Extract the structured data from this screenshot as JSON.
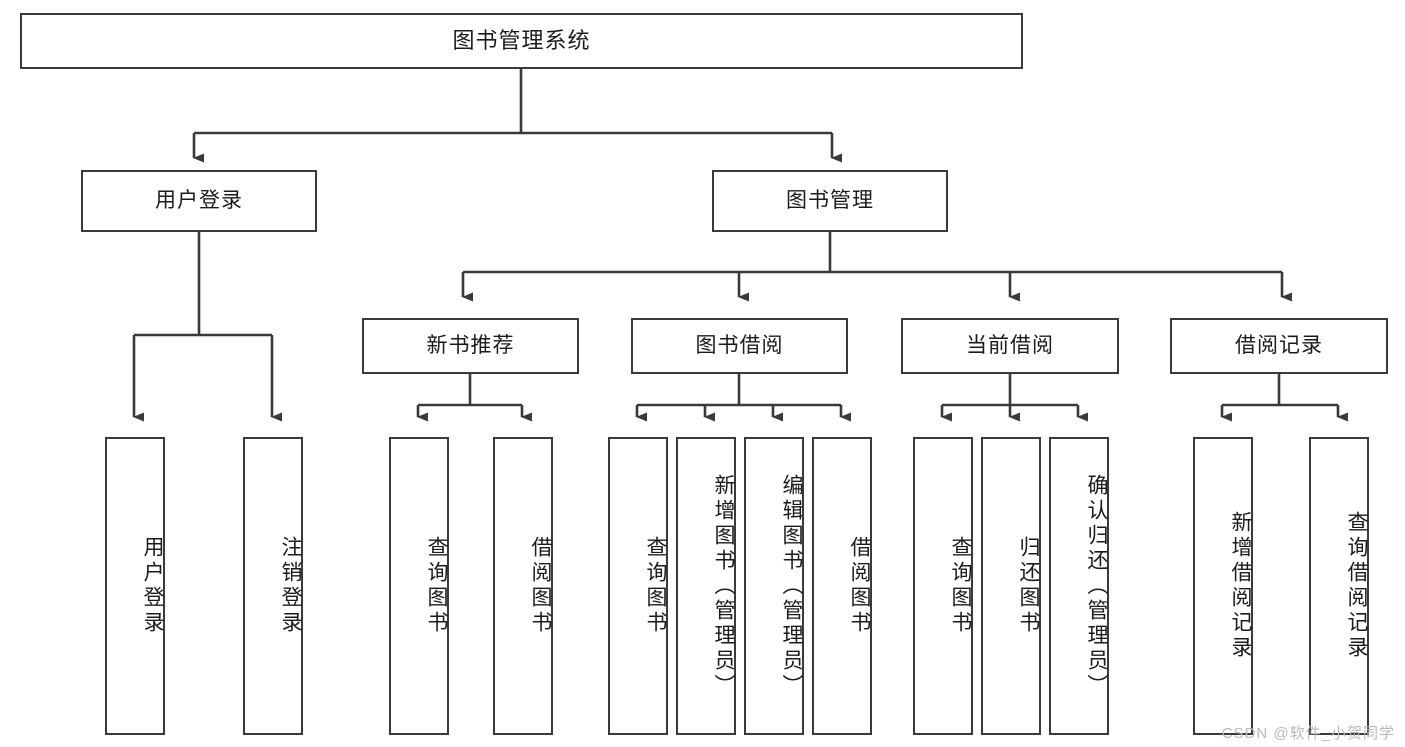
{
  "diagram": {
    "title": "图书管理系统",
    "type": "tree",
    "stroke_color": "#3a3a3a",
    "text_color": "#1b1b1b",
    "background": "#ffffff"
  },
  "nodes": {
    "root": {
      "label": "图书管理系统"
    },
    "level2": [
      {
        "label": "用户登录"
      },
      {
        "label": "图书管理"
      }
    ],
    "level3": [
      {
        "label": "新书推荐"
      },
      {
        "label": "图书借阅"
      },
      {
        "label": "当前借阅"
      },
      {
        "label": "借阅记录"
      }
    ],
    "leaves": {
      "user_login": [
        {
          "label": "用户登录"
        },
        {
          "label": "注销登录"
        }
      ],
      "new_book": [
        {
          "label": "查询图书"
        },
        {
          "label": "借阅图书"
        }
      ],
      "book_borrow": [
        {
          "label": "查询图书"
        },
        {
          "label": "新增图书（管理员）"
        },
        {
          "label": "编辑图书（管理员）"
        },
        {
          "label": "借阅图书"
        }
      ],
      "current_borrow": [
        {
          "label": "查询图书"
        },
        {
          "label": "归还图书"
        },
        {
          "label": "确认归还（管理员）"
        }
      ],
      "borrow_record": [
        {
          "label": "新增借阅记录"
        },
        {
          "label": "查询借阅记录"
        }
      ]
    }
  },
  "watermark": {
    "text": "CSDN @软件_小贺同学"
  }
}
